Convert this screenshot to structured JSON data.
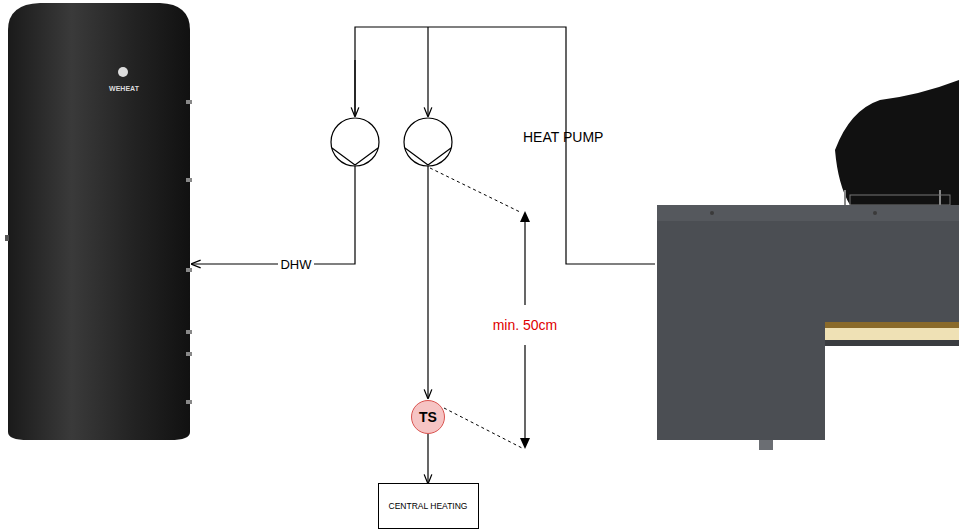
{
  "diagram": {
    "nodes": [
      {
        "text": [
          "WEHEAT"
        ]
      },
      {
        "text": [
          "TS"
        ]
      },
      {
        "text": [
          "CENTRAL HEATING"
        ]
      }
    ],
    "edges": [
      {
        "from": 1,
        "to": 2,
        "arrow": "to"
      }
    ],
    "labels": [
      "HEAT PUMP",
      "DHW",
      "min. 50cm"
    ]
  }
}
